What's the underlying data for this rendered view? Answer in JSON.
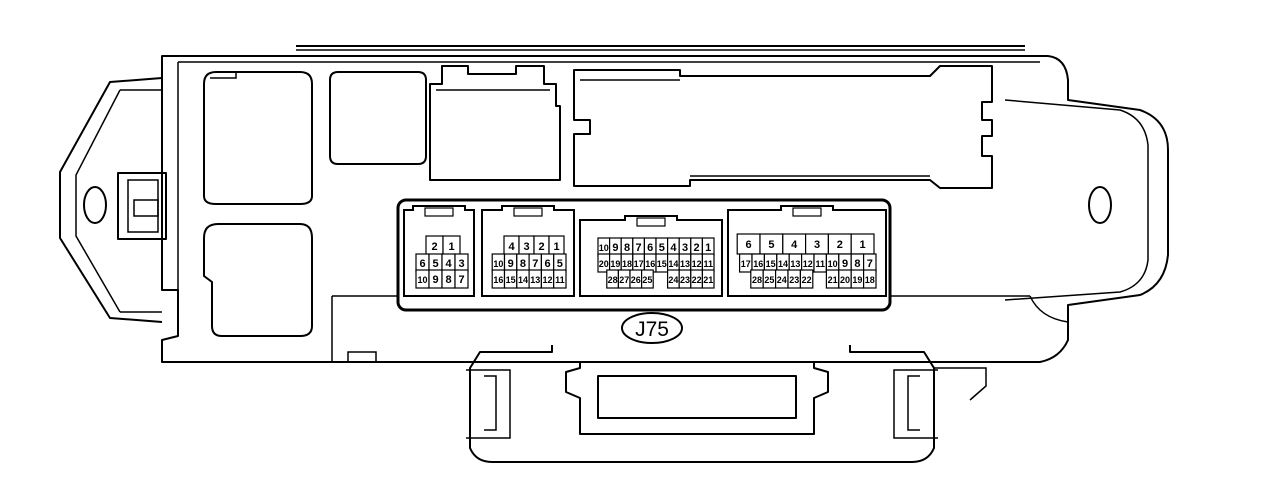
{
  "junction_label": "J75",
  "connectors": [
    {
      "id": "c1",
      "rows": [
        [
          "2",
          "1"
        ],
        [
          "6",
          "5",
          "4",
          "3"
        ],
        [
          "10",
          "9",
          "8",
          "7"
        ]
      ]
    },
    {
      "id": "c2",
      "rows": [
        [
          "4",
          "3",
          "2",
          "1"
        ],
        [
          "10",
          "9",
          "8",
          "7",
          "6",
          "5"
        ],
        [
          "16",
          "15",
          "14",
          "13",
          "12",
          "11"
        ]
      ]
    },
    {
      "id": "c3",
      "rows": [
        [
          "10",
          "9",
          "8",
          "7",
          "6",
          "5",
          "4",
          "3",
          "2",
          "1"
        ],
        [
          "20",
          "19",
          "18",
          "17",
          "16",
          "15",
          "14",
          "13",
          "12",
          "11"
        ],
        [
          "28",
          "27",
          "26",
          "25",
          "24",
          "23",
          "22",
          "21"
        ]
      ]
    },
    {
      "id": "c4",
      "rows": [
        [
          "6",
          "5",
          "4",
          "3",
          "2",
          "1"
        ],
        [
          "17",
          "16",
          "15",
          "14",
          "13",
          "12",
          "11",
          "10",
          "9",
          "8",
          "7"
        ],
        [
          "28",
          "25",
          "24",
          "23",
          "22",
          "21",
          "20",
          "19",
          "18"
        ]
      ]
    }
  ]
}
